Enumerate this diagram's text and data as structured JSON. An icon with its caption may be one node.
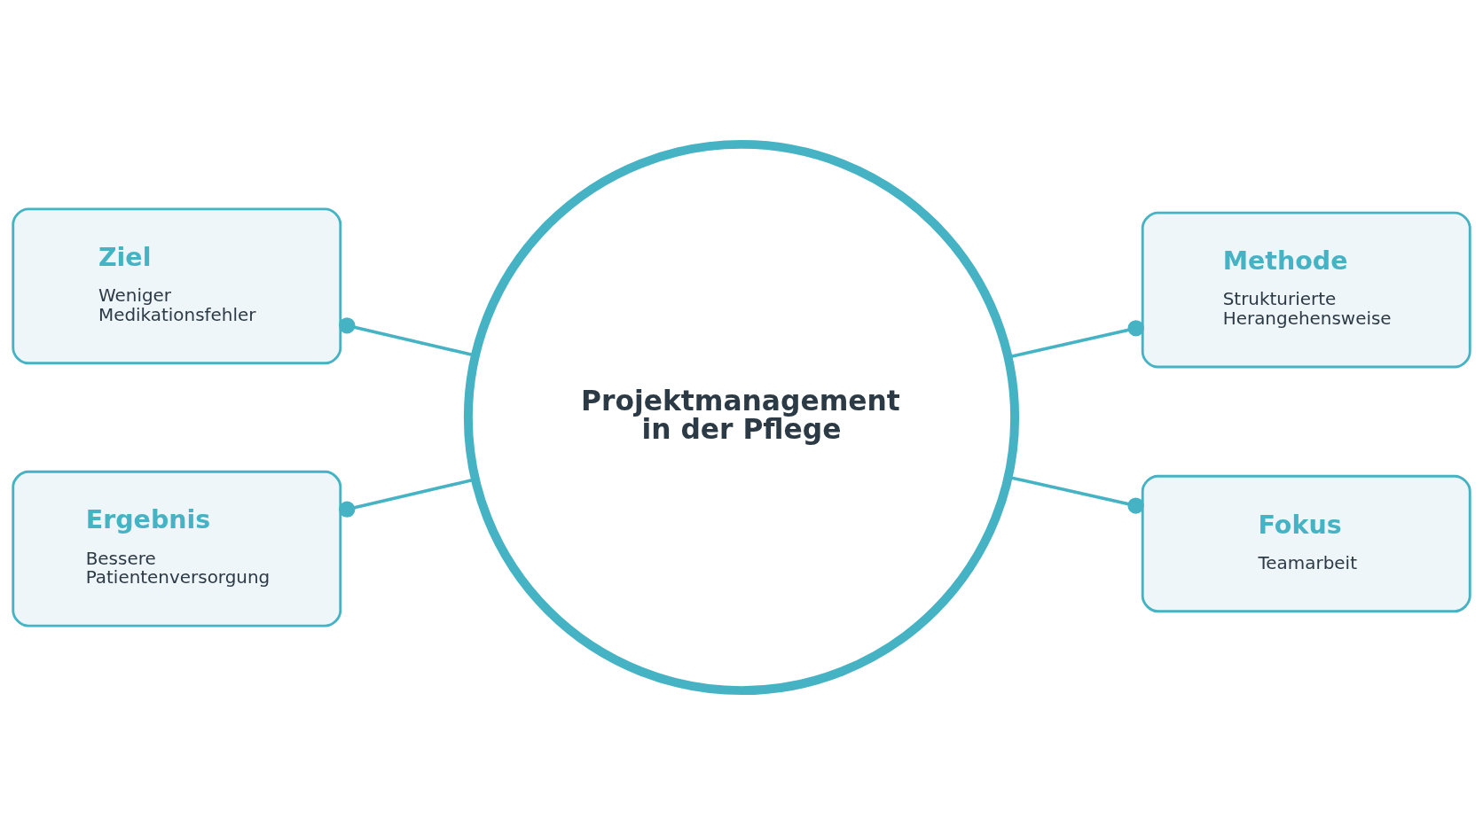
{
  "diagram": {
    "nodes": [
      {
        "text": [
          "Projektmanagement in der Pflege"
        ]
      },
      {
        "text": [
          "Ziel",
          "Weniger Medikationsfehler"
        ]
      },
      {
        "text": [
          "Methode",
          "Strukturierte Herangehensweise"
        ]
      },
      {
        "text": [
          "Ergebnis",
          "Bessere Patientenversorgung"
        ]
      },
      {
        "text": [
          "Fokus",
          "Teamarbeit"
        ]
      }
    ],
    "edges": [
      {
        "from": 0,
        "to": 1,
        "arrow": "other"
      },
      {
        "from": 0,
        "to": 2,
        "arrow": "other"
      },
      {
        "from": 0,
        "to": 3,
        "arrow": "other"
      },
      {
        "from": 0,
        "to": 4,
        "arrow": "other"
      }
    ]
  }
}
